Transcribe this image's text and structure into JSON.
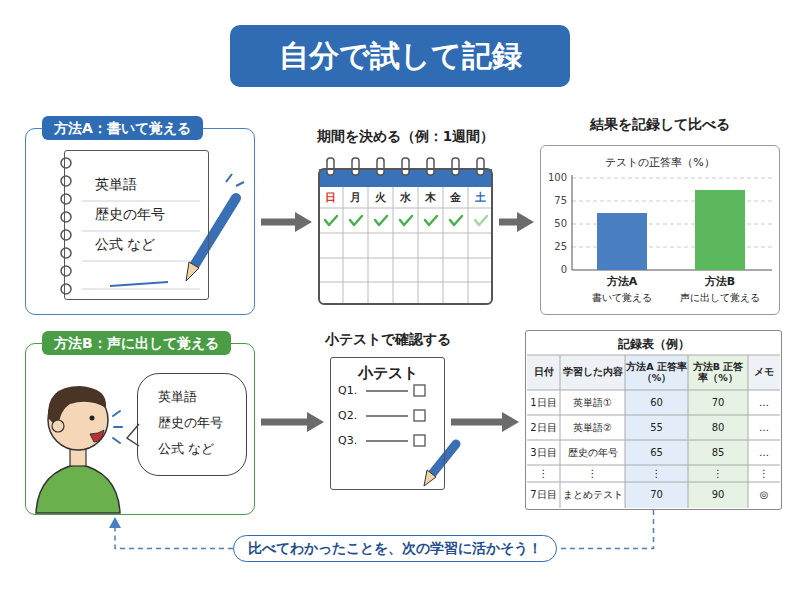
{
  "diagram": {
    "title": "自分で試して記録",
    "nodes": [
      {
        "text": [
          "方法A：書いて覚える"
        ]
      },
      {
        "text": [
          "英単語",
          "歴史の年号",
          "公式 など"
        ],
        "in": 0
      },
      {
        "text": [
          "期間を決める（例：1週間）"
        ]
      },
      {
        "text": [
          "結果を記録して比べる",
          "テストの正答率（%）"
        ]
      },
      {
        "text": [
          "方法B：声に出して覚える"
        ]
      },
      {
        "text": [
          "英単語",
          "歴史の年号",
          "公式 など"
        ],
        "in": 4
      },
      {
        "text": [
          "小テストで確認する",
          "小テスト"
        ]
      },
      {
        "text": [
          "記録表（例）"
        ]
      },
      {
        "text": [
          "比べてわかったことを、次の学習に活かそう！"
        ]
      }
    ],
    "edges": [
      {
        "from": 0,
        "to": 2,
        "arrow": "to"
      },
      {
        "from": 2,
        "to": 3,
        "arrow": "to"
      },
      {
        "from": 4,
        "to": 6,
        "arrow": "to"
      },
      {
        "from": 6,
        "to": 7,
        "arrow": "to"
      },
      {
        "from": 7,
        "to": 8,
        "arrow": "none"
      },
      {
        "from": 8,
        "to": 4,
        "arrow": "to"
      }
    ],
    "labels": [
      "日",
      "月",
      "火",
      "水",
      "木",
      "金",
      "土",
      "100",
      "75",
      "50",
      "25",
      "0",
      "方法A",
      "書いて覚える",
      "方法B",
      "声に出して覚える",
      "Q1.",
      "Q2.",
      "Q3.",
      "日付",
      "学習した内容",
      "方法A 正答率（%）",
      "方法B 正答率（%）",
      "メモ",
      "1日目",
      "英単語①",
      "60",
      "70",
      "…",
      "2日目",
      "英単語②",
      "55",
      "80",
      "…",
      "3日目",
      "歴史の年号",
      "65",
      "85",
      "…",
      "⋮",
      "⋮",
      "⋮",
      "⋮",
      "⋮",
      "7日目",
      "まとめテスト",
      "70",
      "90",
      "◎"
    ]
  }
}
